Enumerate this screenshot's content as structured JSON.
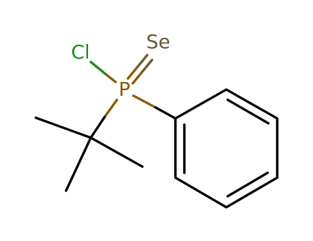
{
  "molecule": {
    "atoms": {
      "chlorine": "Cl",
      "selenium": "Se",
      "phosphorus": "P"
    },
    "colors": {
      "chlorine": "#1f8a1f",
      "selenium": "#6b5a35",
      "phosphorus": "#8b5a00",
      "carbon_bond": "#000000"
    }
  }
}
